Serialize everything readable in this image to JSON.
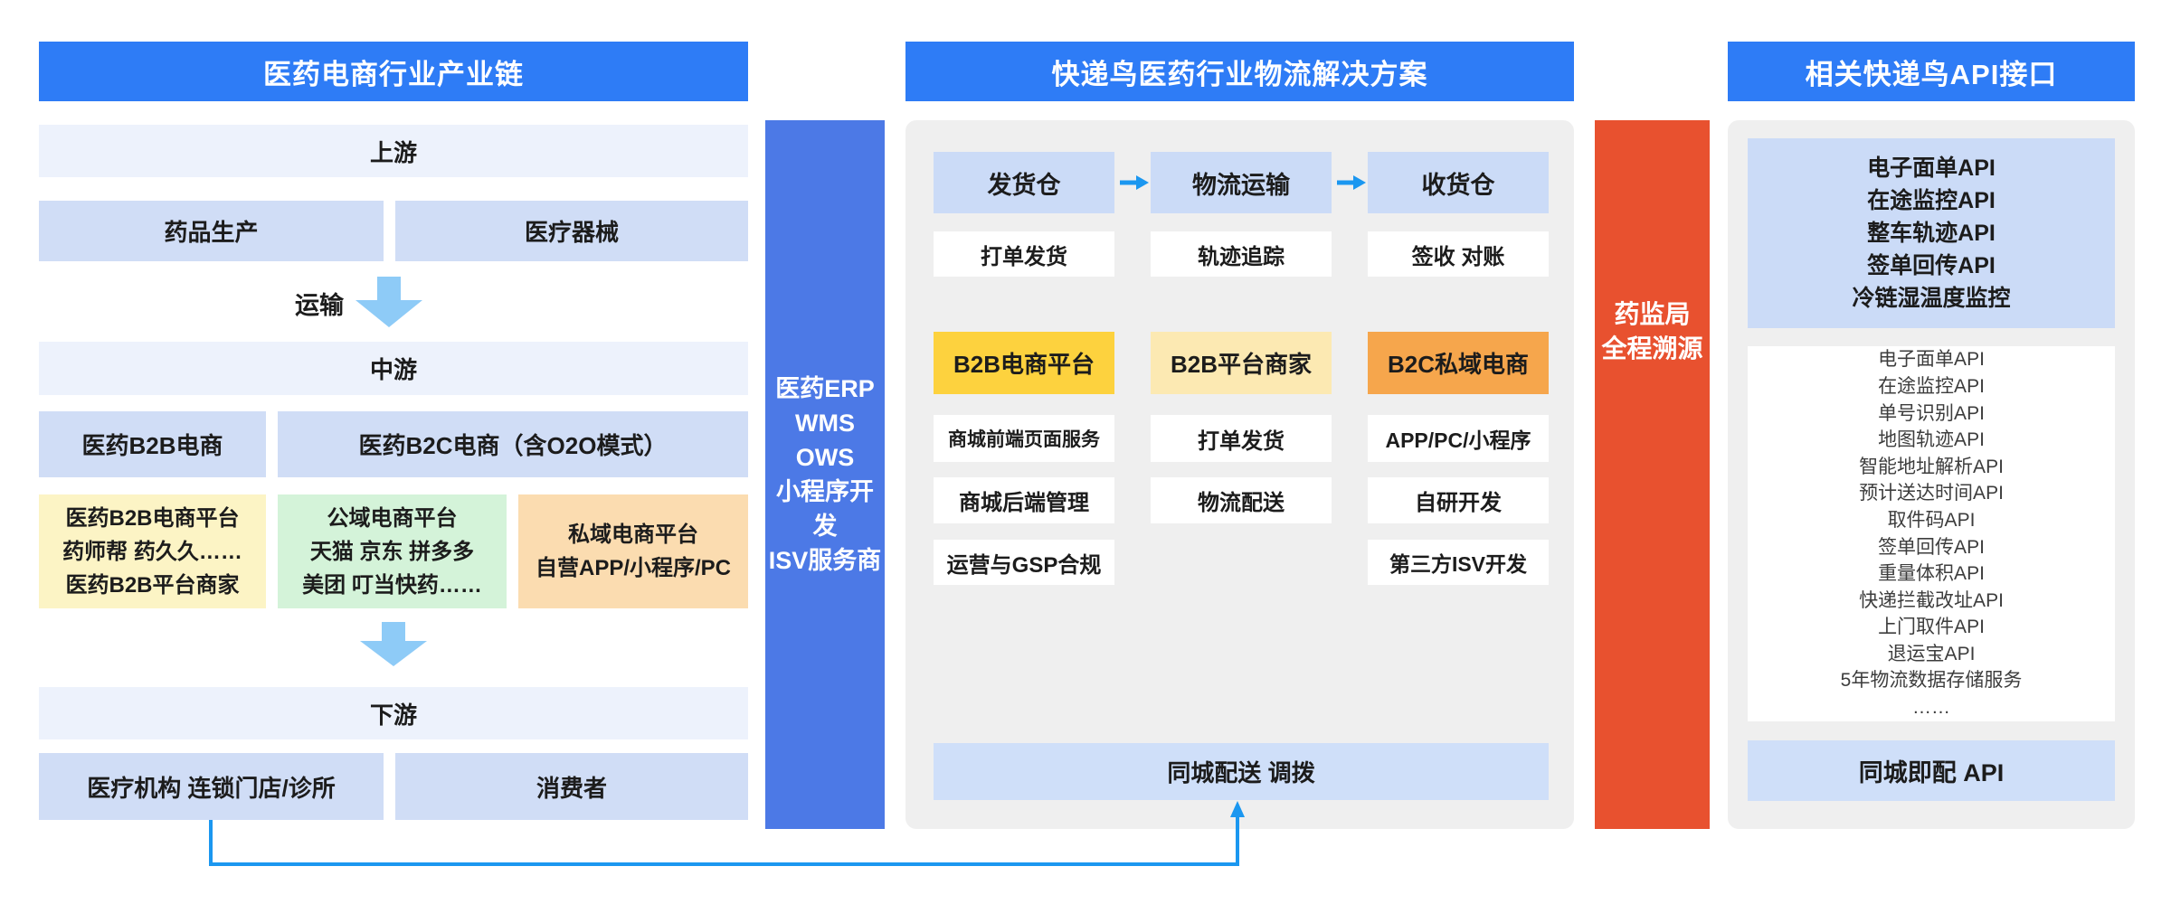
{
  "left": {
    "title": "医药电商行业产业链",
    "upstream_label": "上游",
    "upstream_boxes": [
      "药品生产",
      "医疗器械"
    ],
    "transport_label": "运输",
    "midstream_label": "中游",
    "midstream_boxes": [
      "医药B2B电商",
      "医药B2C电商（含O2O模式）"
    ],
    "platform_boxes": [
      {
        "lines": [
          "医药B2B电商平台",
          "药师帮 药久久……",
          "医药B2B平台商家"
        ]
      },
      {
        "lines": [
          "公域电商平台",
          "天猫 京东 拼多多",
          "美团 叮当快药……"
        ]
      },
      {
        "lines": [
          "私域电商平台",
          "自营APP/小程序/PC"
        ]
      }
    ],
    "downstream_label": "下游",
    "downstream_boxes": [
      "医疗机构 连锁门店/诊所",
      "消费者"
    ]
  },
  "erp_bar": {
    "lines": [
      "医药ERP",
      "WMS",
      "OWS",
      "小程序开发",
      "ISV服务商"
    ]
  },
  "middle": {
    "title": "快递鸟医药行业物流解决方案",
    "flow_row": [
      "发货仓",
      "物流运输",
      "收货仓"
    ],
    "flow_sub": [
      "打单发货",
      "轨迹追踪",
      "签收 对账"
    ],
    "col_headers": [
      "B2B电商平台",
      "B2B平台商家",
      "B2C私域电商"
    ],
    "col1_items": [
      "商城前端页面服务",
      "商城后端管理",
      "运营与GSP合规"
    ],
    "col2_items": [
      "打单发货",
      "物流配送"
    ],
    "col3_items": [
      "APP/PC/小程序",
      "自研开发",
      "第三方ISV开发"
    ],
    "bottom_label": "同城配送 调拨"
  },
  "trace_bar": {
    "lines": [
      "药监局",
      "全程溯源"
    ]
  },
  "right": {
    "title": "相关快递鸟API接口",
    "featured_apis": [
      "电子面单API",
      "在途监控API",
      "整车轨迹API",
      "签单回传API",
      "冷链湿温度监控"
    ],
    "api_list": [
      "电子面单API",
      "在途监控API",
      "单号识别API",
      "地图轨迹API",
      "智能地址解析API",
      "预计送达时间API",
      "取件码API",
      "签单回传API",
      "重量体积API",
      "快递拦截改址API",
      "上门取件API",
      "退运宝API",
      "5年物流数据存储服务",
      "……"
    ],
    "bottom_label": "同城即配 API"
  },
  "colors": {
    "header_blue": "#2E7CF6",
    "erp_bar_blue": "#4C79E6",
    "trace_bar_red": "#E8512F",
    "light_blue_box": "#D0DDF6",
    "band_blue": "#EDF2FC",
    "middle_flow_blue": "#CBDBF7",
    "bottom_blue": "#CFDFF9",
    "gold": "#FDD23E",
    "pale_yellow": "#FCE9B2",
    "orange": "#F6A64C",
    "left_yellow": "#FCF4C5",
    "left_green": "#D4F3D9",
    "left_orange": "#FBDCB0",
    "panel_gray": "#EFEFEF",
    "connector_blue": "#1B97F0",
    "soft_arrow_blue": "#8ECBF7"
  }
}
